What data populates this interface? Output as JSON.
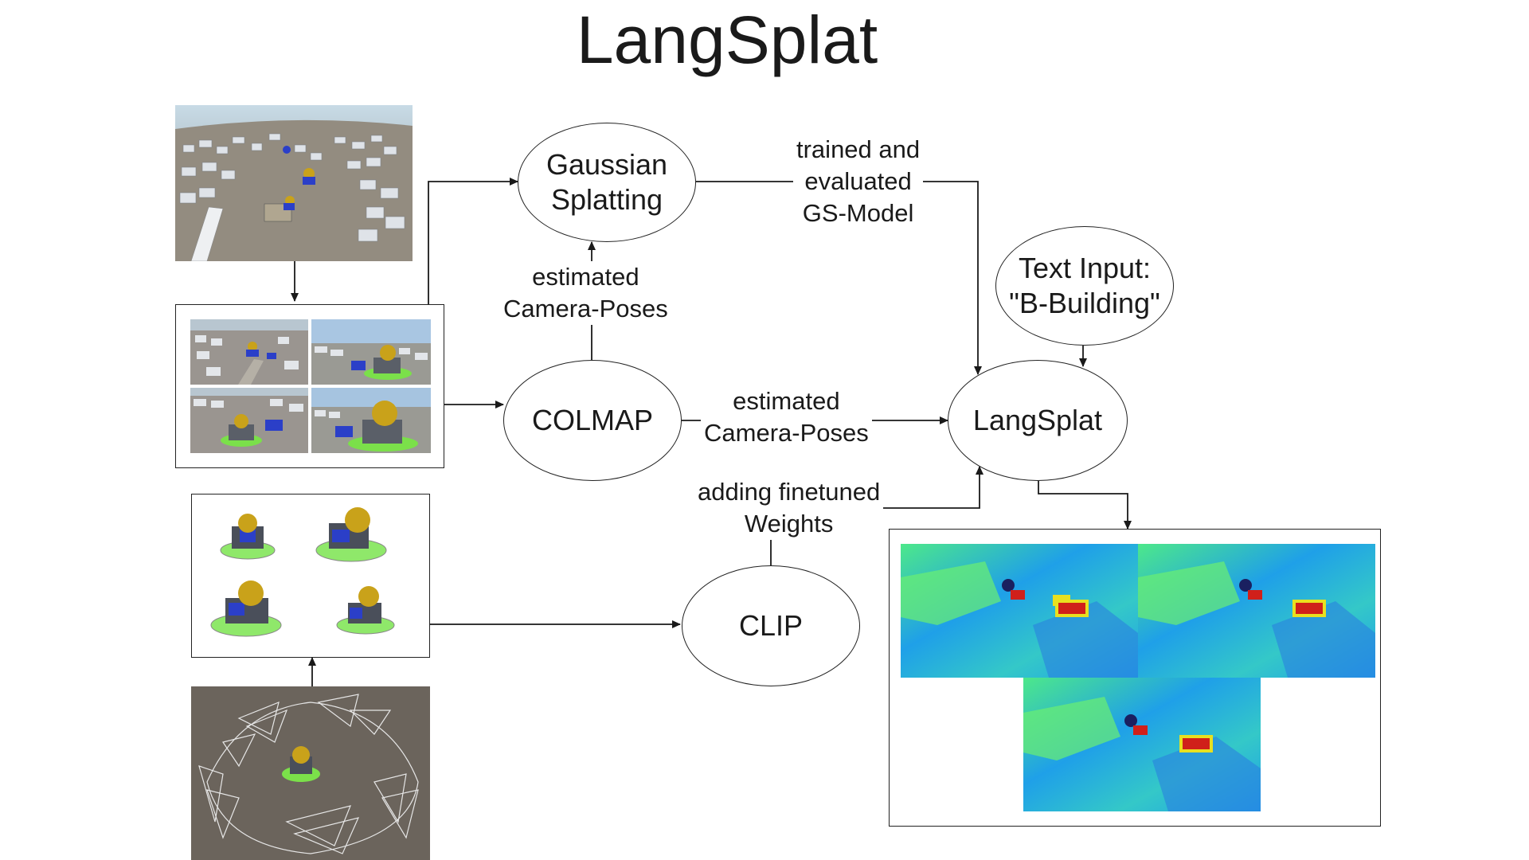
{
  "title": "LangSplat",
  "nodes": {
    "gaussian": "Gaussian\nSplatting",
    "colmap": "COLMAP",
    "clip": "CLIP",
    "langsplat": "LangSplat",
    "text_input": "Text Input:\n\"B-Building\""
  },
  "edge_labels": {
    "trained": "trained and\nevaluated\nGS-Model",
    "est_poses_up": "estimated\nCamera-Poses",
    "est_poses_right": "estimated\nCamera-Poses",
    "finetuned": "adding finetuned\nWeights"
  },
  "colors": {
    "line": "#1a1a1a",
    "sky": "#a8b8c4",
    "ground": "#8f8a7e",
    "building_blue": "#2b3fc8",
    "dome_gold": "#c9a21a",
    "grass": "#7be04a",
    "scene_bg": "#6b645c",
    "heat_low": "#1fa0e8",
    "heat_mid": "#4de88a",
    "heat_high": "#e8e020",
    "heat_hot": "#d0201a"
  }
}
